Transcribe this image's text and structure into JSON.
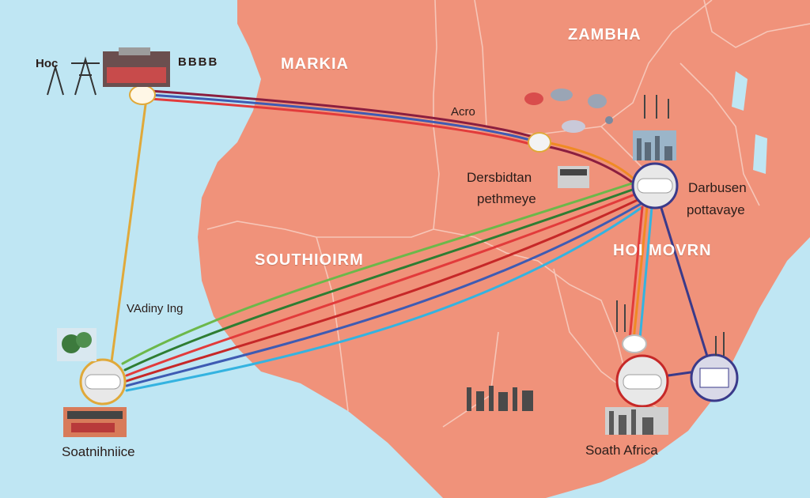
{
  "labels": {
    "country_north": "MARKIA",
    "country_zambia": "ZAMBHA",
    "country_south": "SOUTHIOIRM",
    "country_east": "HOI MOVRN",
    "acro": "Acro",
    "distribution_left_1": "Dersbidtan",
    "distribution_left_2": "pethmeye",
    "distribution_right_1": "Darbusen",
    "distribution_right_2": "pottavaye",
    "vadiny": "VAdiny Ing",
    "south_west": "Soatnihniice",
    "south_africa": "Soath Africa",
    "top_left_hoc": "Hoc",
    "top_left_glyphs": "BBBB"
  },
  "colors": {
    "ocean": "#bfe6f3",
    "land": "#f0927a",
    "border": "#f6c6b8",
    "route_red": "#e23b3b",
    "route_green": "#6cb84a",
    "route_darkgreen": "#2e7d32",
    "route_blue": "#3e5bb3",
    "route_cyan": "#34b3e0",
    "route_orange": "#f08a24",
    "route_gold": "#e0a93a",
    "route_navy": "#3a3a8a",
    "route_maroon": "#8b1e3f"
  },
  "icons": [
    "transmission-tower-icon",
    "power-plant-icon",
    "factory-icon",
    "pipeline-node-icon",
    "city-skyline-icon",
    "tree-icon"
  ]
}
